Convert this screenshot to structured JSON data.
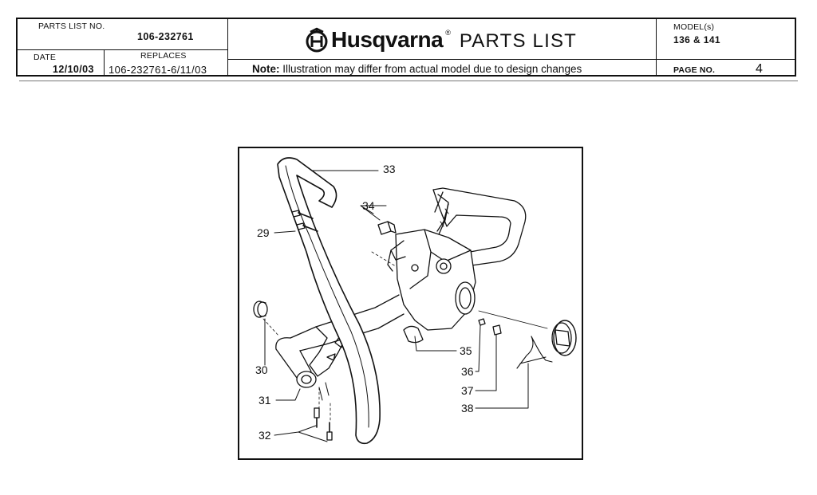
{
  "header": {
    "parts_list_no_label": "PARTS LIST NO.",
    "parts_list_no": "106-232761",
    "date_label": "DATE",
    "date": "12/10/03",
    "replaces_label": "REPLACES",
    "replaces": "106-232761-6/11/03",
    "brand": "Husqvarna",
    "registered_mark": "®",
    "title": "PARTS LIST",
    "note_label": "Note:",
    "note_text": " Illustration may differ from actual model due to design changes",
    "model_label": "MODEL(s)",
    "models": "136 & 141",
    "page_label": "PAGE  NO.",
    "page_no": "4"
  },
  "figure": {
    "callouts": {
      "c29": "29",
      "c30": "30",
      "c31": "31",
      "c32": "32",
      "c33": "33",
      "c34": "34",
      "c35": "35",
      "c36": "36",
      "c37": "37",
      "c38": "38"
    }
  }
}
